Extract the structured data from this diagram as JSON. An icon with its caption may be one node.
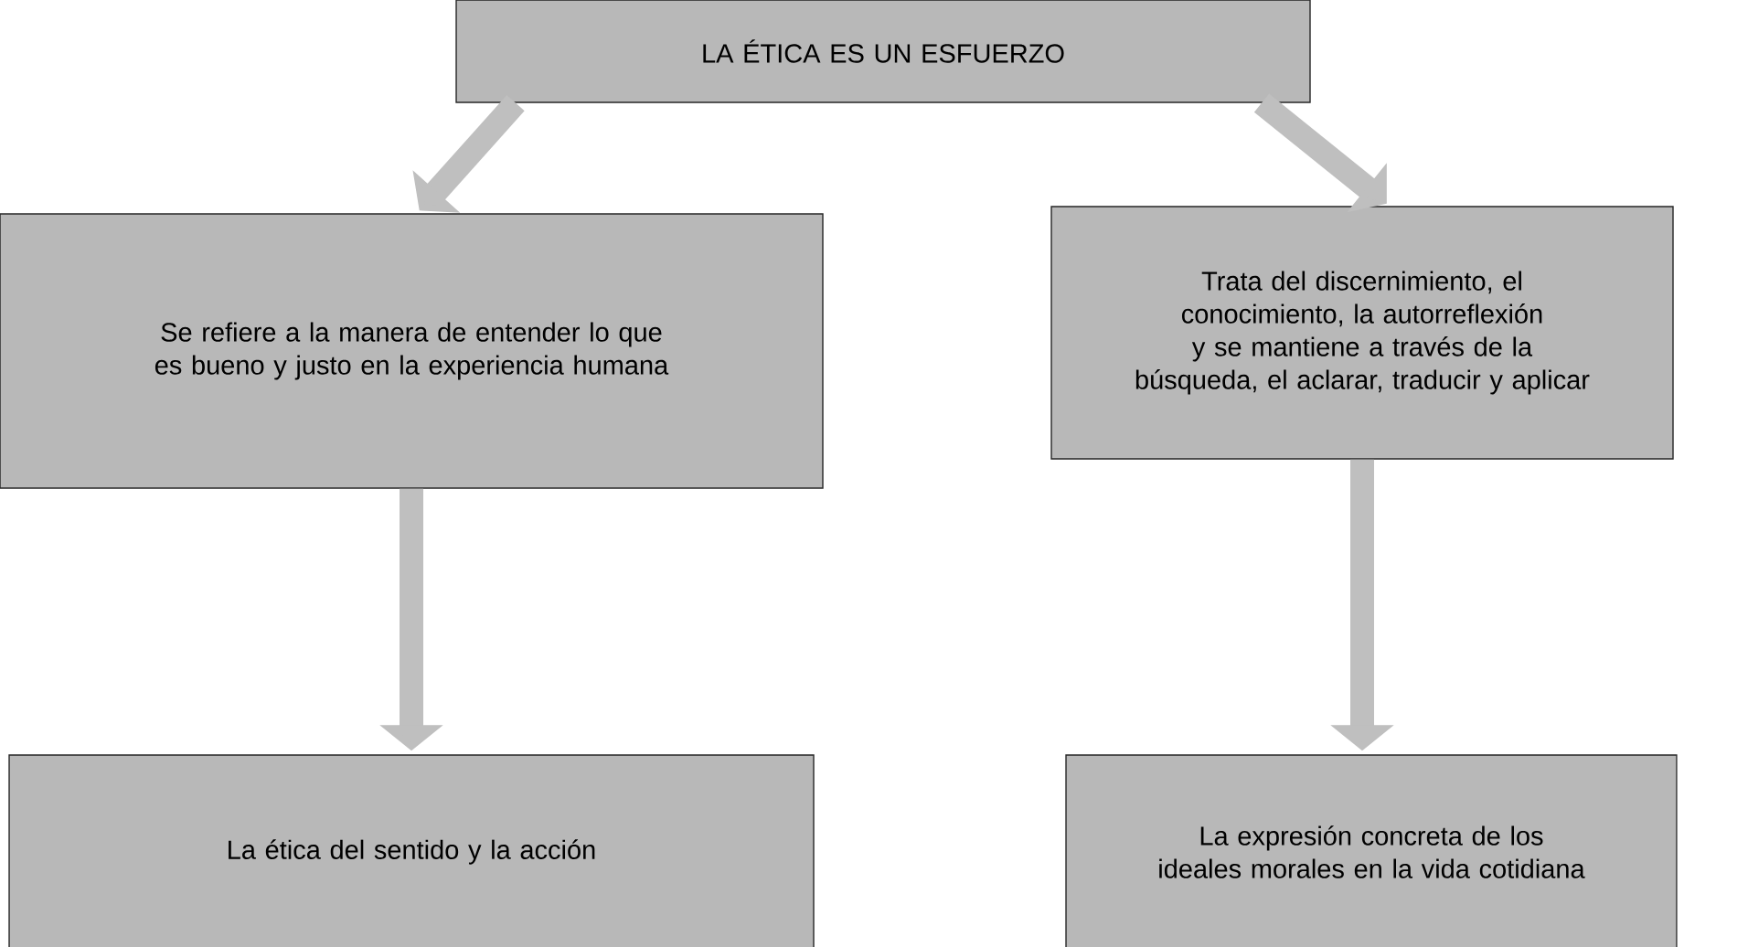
{
  "diagram": {
    "nodes": [
      {
        "text": [
          "LA ÉTICA ES UN ESFUERZO"
        ]
      },
      {
        "text": [
          "Se refiere a la manera de entender lo que es bueno y justo en la experiencia humana"
        ]
      },
      {
        "text": [
          "Trata del discernimiento, el conocimiento, la autorreflexión y se mantiene a través de la búsqueda, el aclarar, traducir y aplicar"
        ]
      },
      {
        "text": [
          "La ética del sentido y la acción"
        ]
      },
      {
        "text": [
          "La expresión concreta de los ideales morales en la vida cotidiana"
        ]
      }
    ],
    "edges": [
      {
        "from": 0,
        "to": 1,
        "arrow": "to"
      },
      {
        "from": 0,
        "to": 2,
        "arrow": "to"
      },
      {
        "from": 1,
        "to": 3,
        "arrow": "to"
      },
      {
        "from": 2,
        "to": 4,
        "arrow": "to"
      }
    ]
  }
}
